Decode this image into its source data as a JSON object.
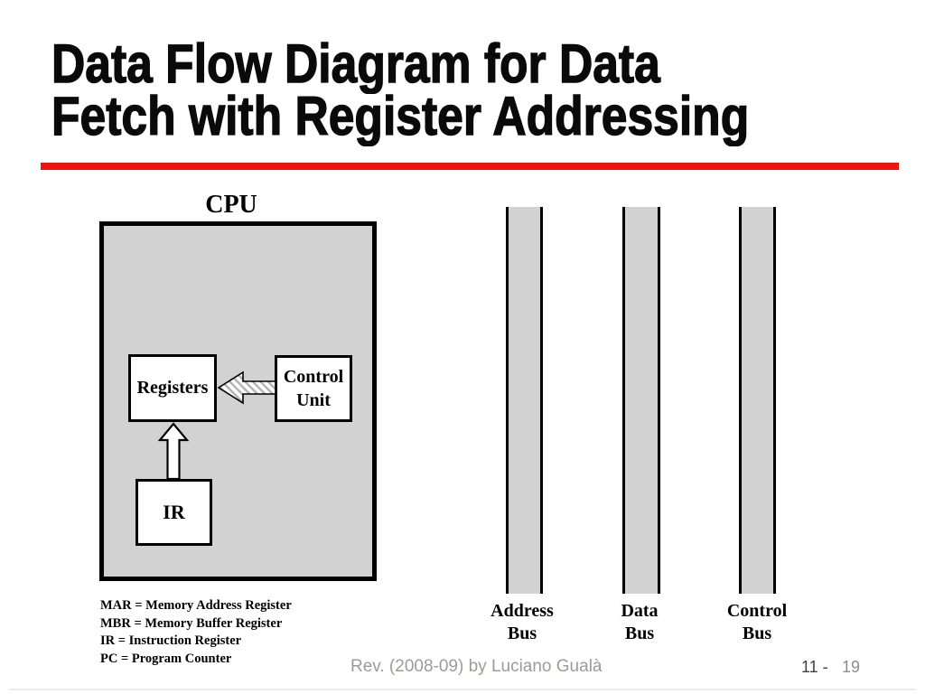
{
  "title": {
    "line1": "Data Flow Diagram for Data",
    "line2": "Fetch with Register Addressing"
  },
  "colors": {
    "accent_red": "#ee1212",
    "block_gray": "#d2d2d2",
    "border_black": "#000000",
    "footer_gray": "#9c9c96"
  },
  "cpu": {
    "label": "CPU",
    "registers_label": "Registers",
    "control_unit_line1": "Control",
    "control_unit_line2": "Unit",
    "ir_label": "IR"
  },
  "buses": [
    {
      "line1": "Address",
      "line2": "Bus"
    },
    {
      "line1": "Data",
      "line2": "Bus"
    },
    {
      "line1": "Control",
      "line2": "Bus"
    }
  ],
  "legend": [
    "MAR = Memory Address Register",
    "MBR = Memory Buffer Register",
    "IR = Instruction Register",
    "PC = Program Counter"
  ],
  "footer": {
    "credit": "Rev. (2008-09) by Luciano Gualà",
    "page_prefix": "11 -",
    "page_number": "19"
  }
}
